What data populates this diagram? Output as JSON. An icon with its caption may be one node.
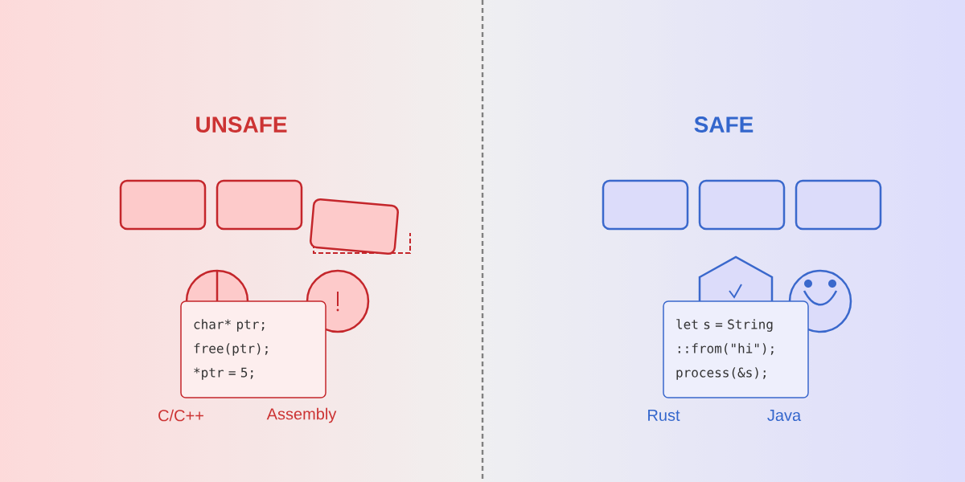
{
  "diagram": {
    "nodes": [
      {
        "text": [],
        "shape": "box"
      },
      {
        "text": [],
        "shape": "box"
      },
      {
        "text": [],
        "shape": "box"
      },
      {
        "text": [],
        "shape": "box"
      },
      {
        "text": [],
        "shape": "box"
      },
      {
        "text": [],
        "shape": "box"
      },
      {
        "text": [
          "char* ptr;",
          "free(ptr);",
          "*ptr = 5;"
        ]
      },
      {
        "text": [
          "let s = String",
          "::from(\"hi\");",
          "process(&s);"
        ]
      }
    ],
    "labels": [
      "UNSAFE",
      "SAFE",
      "C/C++",
      "Assembly",
      "Rust",
      "Java"
    ]
  }
}
